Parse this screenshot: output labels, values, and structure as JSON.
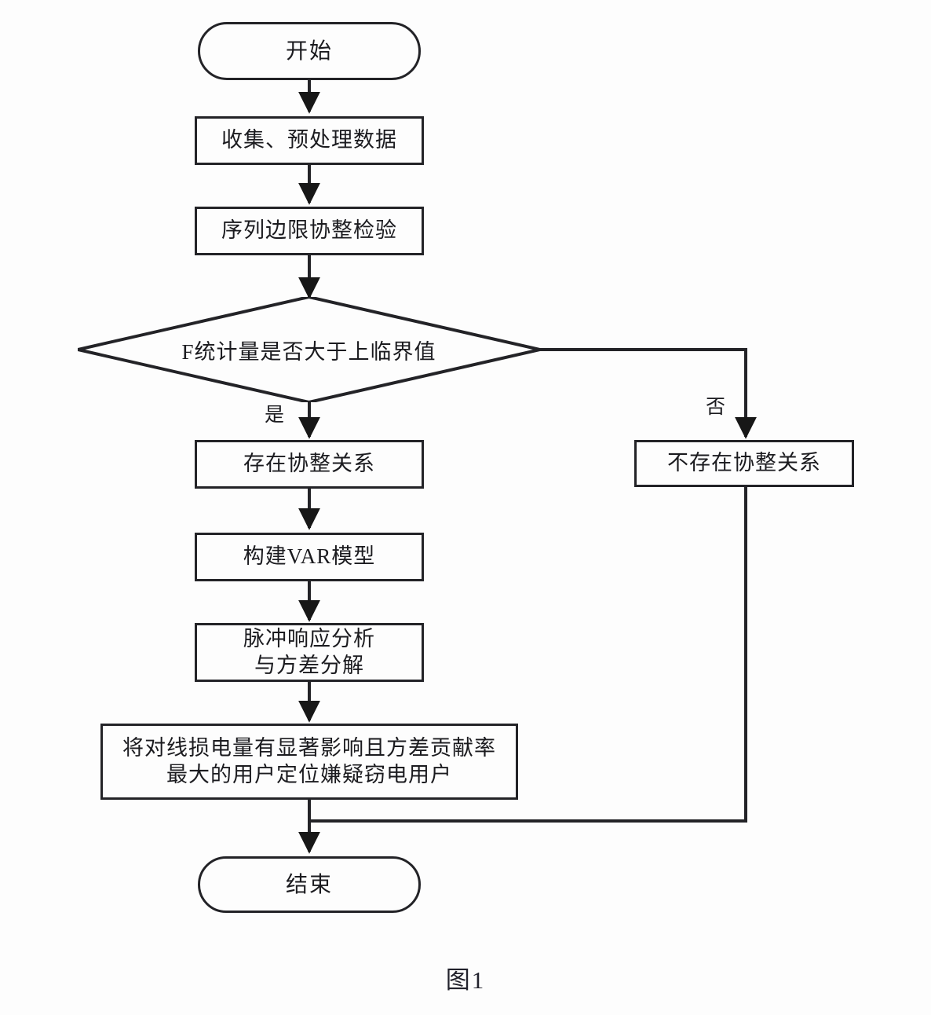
{
  "figure": {
    "caption": "图1",
    "stroke_color": "#232327",
    "background_color": "#fdfdfd"
  },
  "nodes": {
    "start": {
      "label": "开始",
      "shape": "terminator"
    },
    "collect": {
      "label": "收集、预处理数据",
      "shape": "process"
    },
    "bounds_test": {
      "label": "序列边限协整检验",
      "shape": "process"
    },
    "decision": {
      "label": "F统计量是否大于上临界值",
      "shape": "decision"
    },
    "coint_yes": {
      "label": "存在协整关系",
      "shape": "process"
    },
    "coint_no": {
      "label": "不存在协整关系",
      "shape": "process"
    },
    "var_model": {
      "label": "构建VAR模型",
      "shape": "process"
    },
    "impulse": {
      "label": "脉冲响应分析\n与方差分解",
      "shape": "process"
    },
    "locate_user": {
      "label": "将对线损电量有显著影响且方差贡献率\n最大的用户定位嫌疑窃电用户",
      "shape": "process"
    },
    "end": {
      "label": "结束",
      "shape": "terminator"
    }
  },
  "edges": {
    "yes_label": "是",
    "no_label": "否"
  }
}
